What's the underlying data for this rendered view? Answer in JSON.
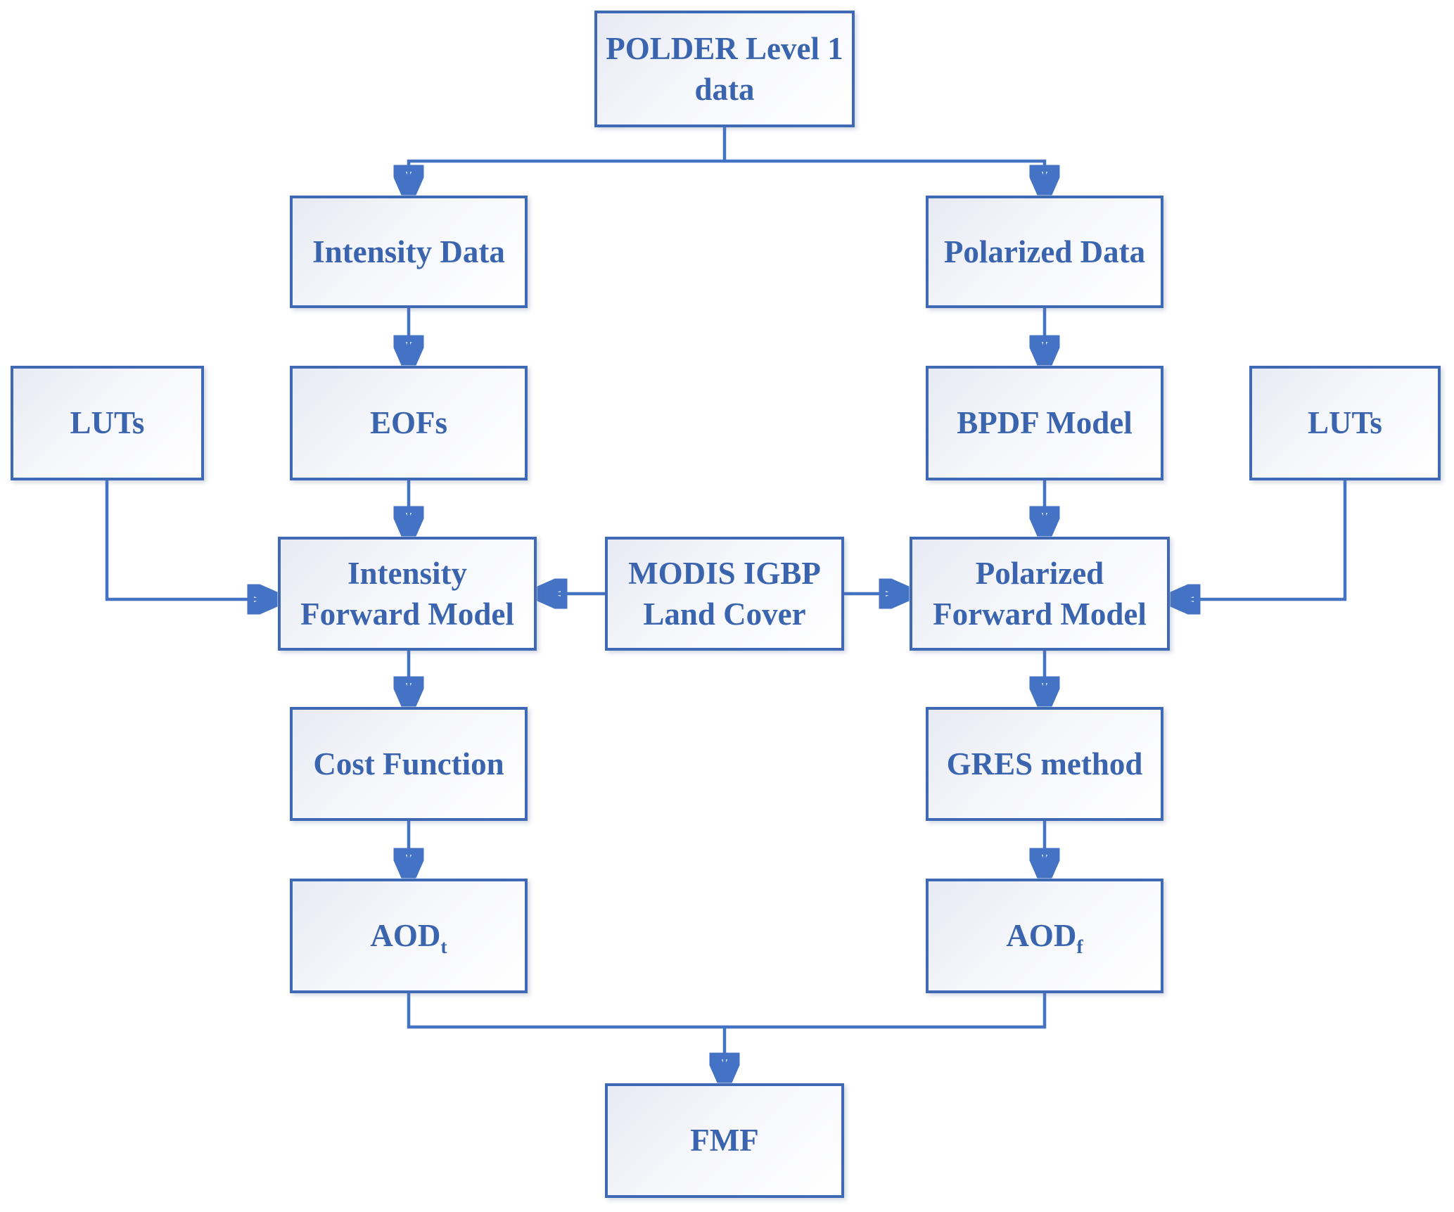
{
  "diagram": {
    "colors": {
      "connector_line": "#4472C4",
      "box_border": "#3F69B5",
      "box_text": "#3A64AE",
      "box_fill_start": "#E7EAF3",
      "box_fill_end": "#FFFFFF"
    },
    "nodes": {
      "polder": {
        "label": "POLDER Level 1\ndata"
      },
      "intensity_data": {
        "label": "Intensity Data"
      },
      "polarized_data": {
        "label": "Polarized Data"
      },
      "luts_left": {
        "label": "LUTs"
      },
      "eofs": {
        "label": "EOFs"
      },
      "bpdf_model": {
        "label": "BPDF Model"
      },
      "luts_right": {
        "label": "LUTs"
      },
      "intensity_forward_model": {
        "label": "Intensity\nForward Model"
      },
      "modis_igbp": {
        "label": "MODIS IGBP\nLand Cover"
      },
      "polarized_forward_model": {
        "label": "Polarized\nForward Model"
      },
      "cost_function": {
        "label": "Cost Function"
      },
      "gres_method": {
        "label": "GRES method"
      },
      "aod_t": {
        "label": "AOD",
        "subscript": "t"
      },
      "aod_f": {
        "label": "AOD",
        "subscript": "f"
      },
      "fmf": {
        "label": "FMF"
      }
    },
    "edges": [
      {
        "from": "polder",
        "to": "intensity_data"
      },
      {
        "from": "polder",
        "to": "polarized_data"
      },
      {
        "from": "intensity_data",
        "to": "eofs"
      },
      {
        "from": "polarized_data",
        "to": "bpdf_model"
      },
      {
        "from": "eofs",
        "to": "intensity_forward_model"
      },
      {
        "from": "bpdf_model",
        "to": "polarized_forward_model"
      },
      {
        "from": "luts_left",
        "to": "intensity_forward_model"
      },
      {
        "from": "luts_right",
        "to": "polarized_forward_model"
      },
      {
        "from": "modis_igbp",
        "to": "intensity_forward_model"
      },
      {
        "from": "modis_igbp",
        "to": "polarized_forward_model"
      },
      {
        "from": "intensity_forward_model",
        "to": "cost_function"
      },
      {
        "from": "polarized_forward_model",
        "to": "gres_method"
      },
      {
        "from": "cost_function",
        "to": "aod_t"
      },
      {
        "from": "gres_method",
        "to": "aod_f"
      },
      {
        "from": "aod_t",
        "to": "fmf"
      },
      {
        "from": "aod_f",
        "to": "fmf"
      }
    ]
  }
}
